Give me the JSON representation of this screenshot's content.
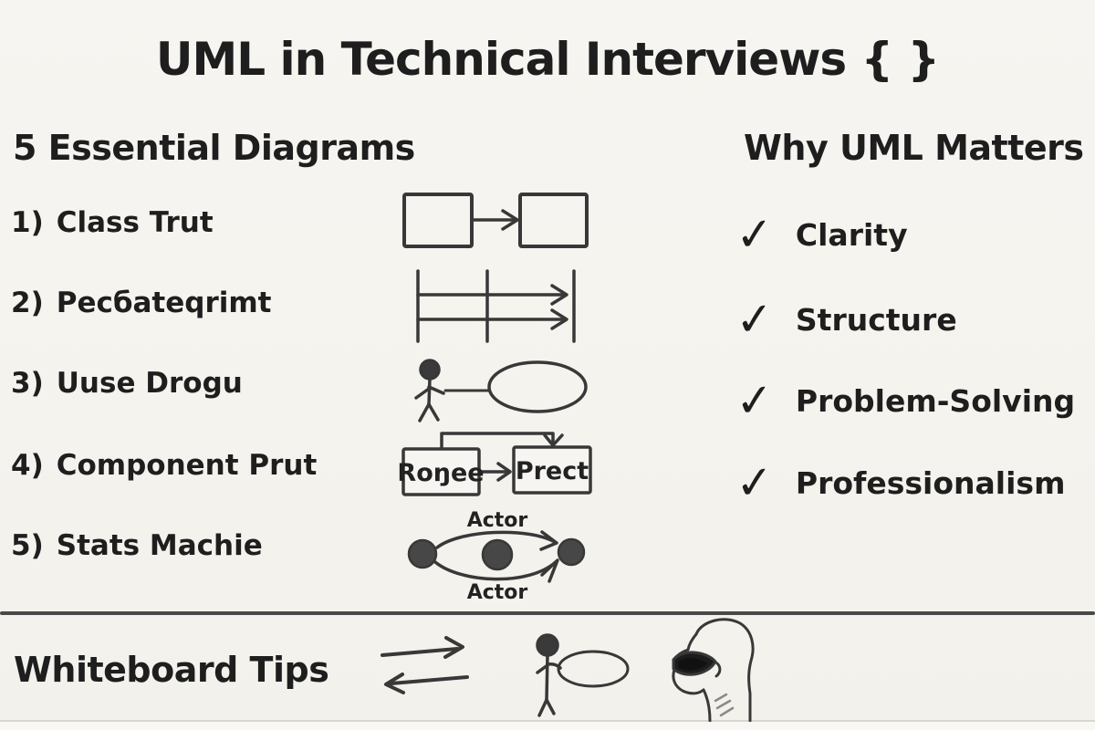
{
  "title": "UML in Technical Interviews { }",
  "left_panel": {
    "heading": "5 Essential Diagrams",
    "items": [
      {
        "num": "1)",
        "label": "Class Trut"
      },
      {
        "num": "2)",
        "label": "Pecбateqrimt"
      },
      {
        "num": "3)",
        "label": "Uuse Drogu"
      },
      {
        "num": "4)",
        "label": "Component Prut"
      },
      {
        "num": "5)",
        "label": "Stats Machie"
      }
    ]
  },
  "right_panel": {
    "heading": "Why UML Matters",
    "check_glyph": "✓",
    "items": [
      {
        "label": "Clarity"
      },
      {
        "label": "Structure"
      },
      {
        "label": "Problem-Solving"
      },
      {
        "label": "Professionalism"
      }
    ]
  },
  "sketches": {
    "component_box_1": "Roŋee",
    "component_box_2": "Prect",
    "state_top_label": "Actor",
    "state_bottom_label": "Actor"
  },
  "footer": {
    "heading": "Whiteboard Tips"
  },
  "colors": {
    "paper": "#f5f3ee",
    "ink": "#1e1e1e",
    "sketch": "#383838"
  }
}
